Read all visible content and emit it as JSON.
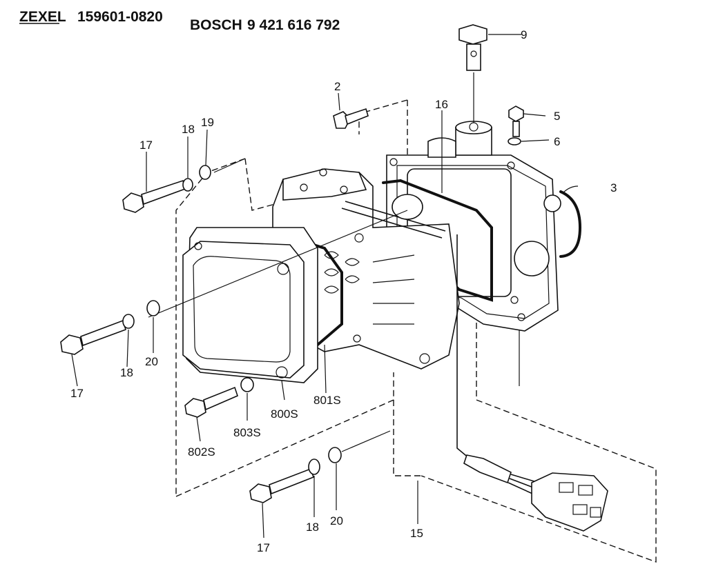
{
  "header": {
    "brand_left": "ZEXEL",
    "part_zexel": "159601-0820",
    "brand_right": "BOSCH",
    "part_bosch": "9 421 616 792"
  },
  "callouts": {
    "c2": "2",
    "c3": "3",
    "c5": "5",
    "c6": "6",
    "c9": "9",
    "c15": "15",
    "c16": "16",
    "c17_top": "17",
    "c18_top": "18",
    "c19": "19",
    "c17_mid": "17",
    "c18_mid": "18",
    "c20_mid": "20",
    "c800s": "800S",
    "c801s": "801S",
    "c802s": "802S",
    "c803s": "803S",
    "c17_bot": "17",
    "c18_bot": "18",
    "c20_bot": "20"
  }
}
